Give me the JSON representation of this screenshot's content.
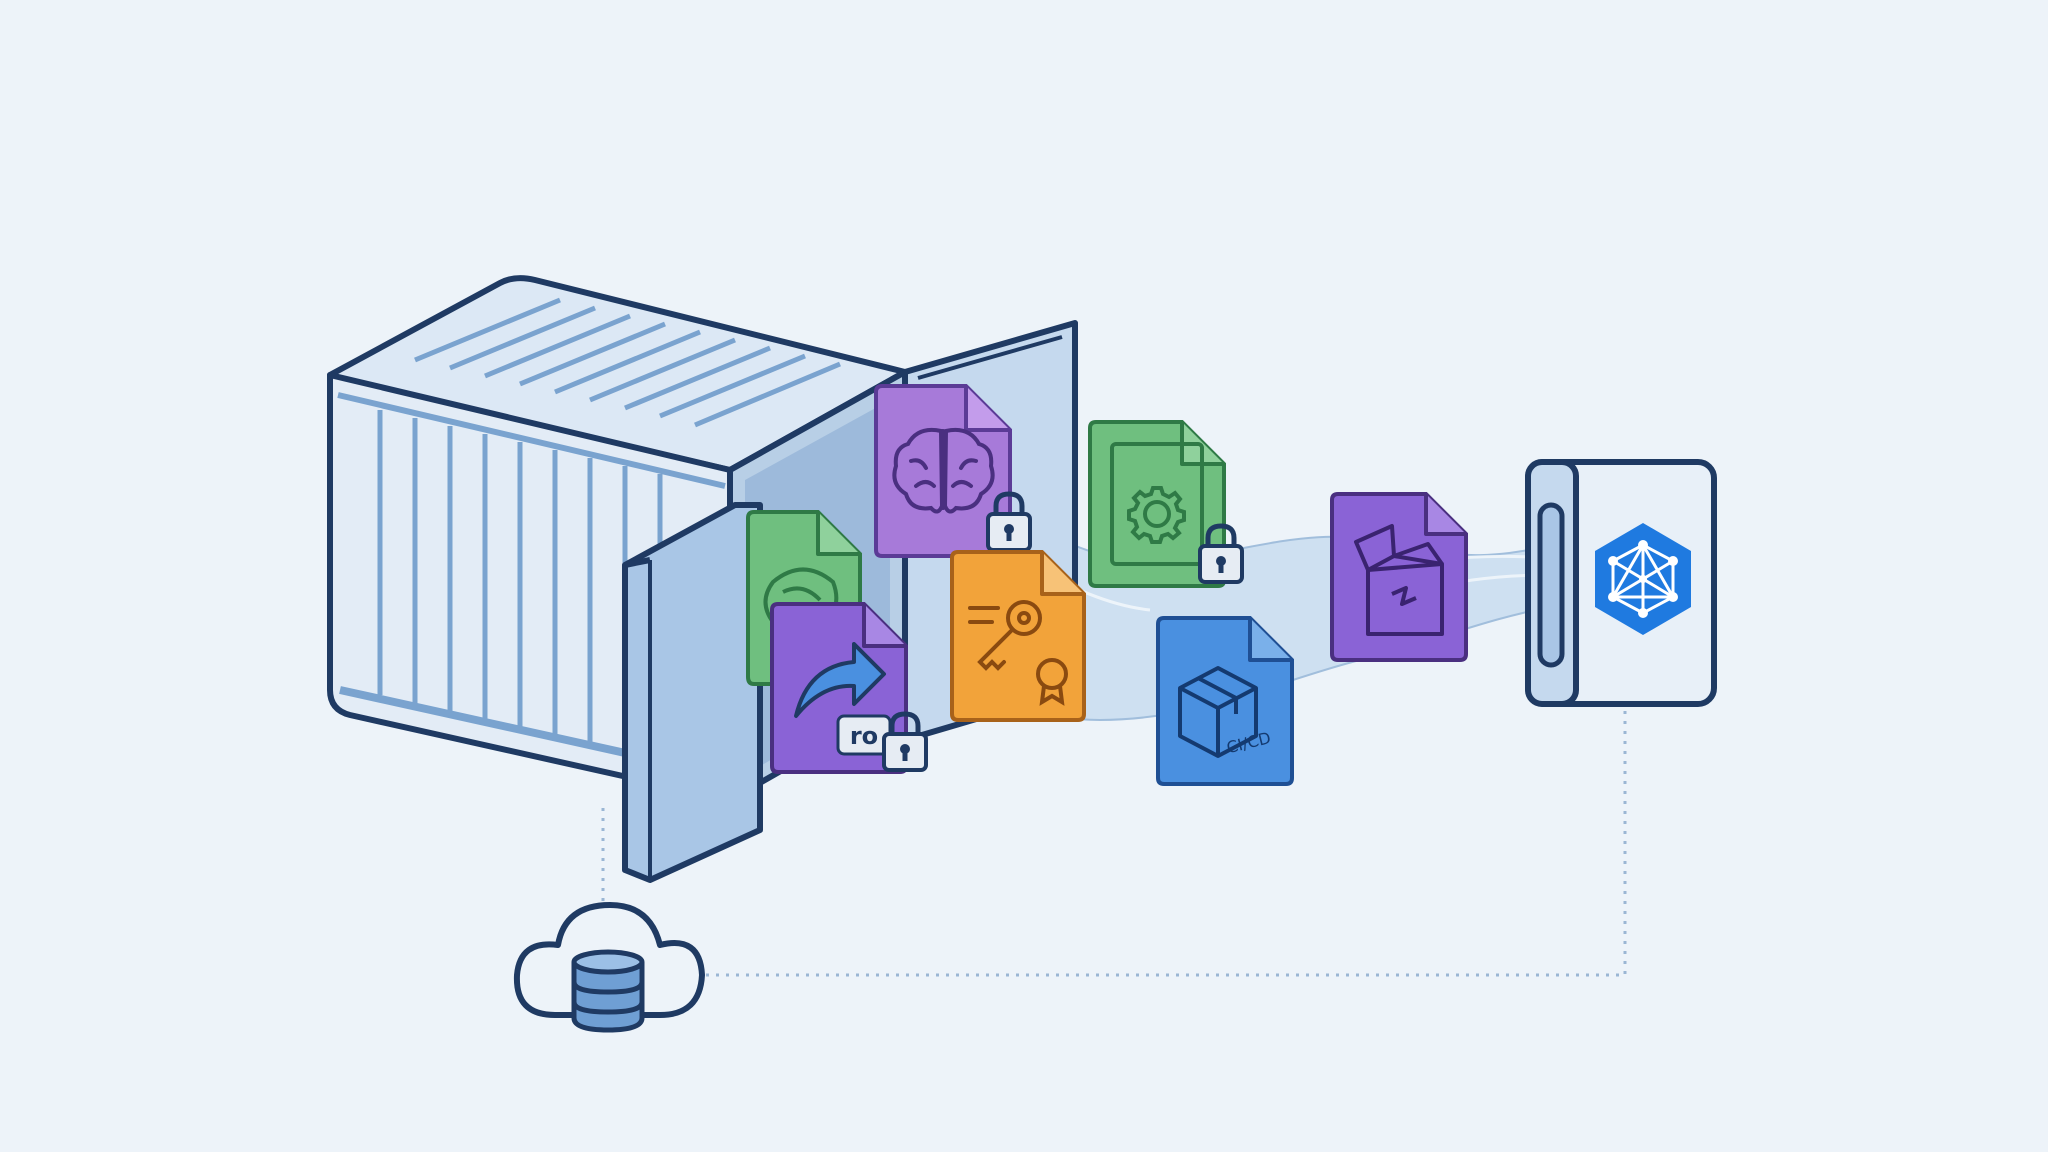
{
  "colors": {
    "background": "#edf3f9",
    "outline": "#1f3a63",
    "container_fill": "#dce8f5",
    "container_door": "#a9c6e6",
    "stream": "#c7dcf0",
    "purple": "#a77ad9",
    "purple_deep": "#8a63d6",
    "green": "#6fbf7f",
    "orange": "#f2a33a",
    "blue": "#4a90e0",
    "network_hex": "#1f7ae0"
  },
  "files": [
    {
      "name": "brain-file",
      "icon": "brain-icon",
      "color": "purple",
      "locked": true
    },
    {
      "name": "config-file",
      "icon": "gear-icon",
      "color": "green",
      "locked": true
    },
    {
      "name": "layers-file",
      "icon": "layers-icon",
      "color": "green",
      "locked": false
    },
    {
      "name": "key-certificate-file",
      "icon": "key-icon",
      "color": "orange",
      "locked": false
    },
    {
      "name": "readonly-link-file",
      "icon": "share-arrow-icon",
      "color": "purple_deep",
      "locked": true,
      "badge": "ro"
    },
    {
      "name": "cicd-file",
      "icon": "package-icon",
      "color": "blue",
      "locked": false,
      "label": "CI/CD"
    },
    {
      "name": "unpack-file",
      "icon": "open-box-icon",
      "color": "purple_deep",
      "locked": false
    }
  ],
  "labels": {
    "readonly_badge": "ro",
    "cicd": "CI/CD"
  },
  "nodes": {
    "container": "shipping-container-icon",
    "cloud": "cloud-database-icon",
    "host": "network-hex-icon"
  }
}
